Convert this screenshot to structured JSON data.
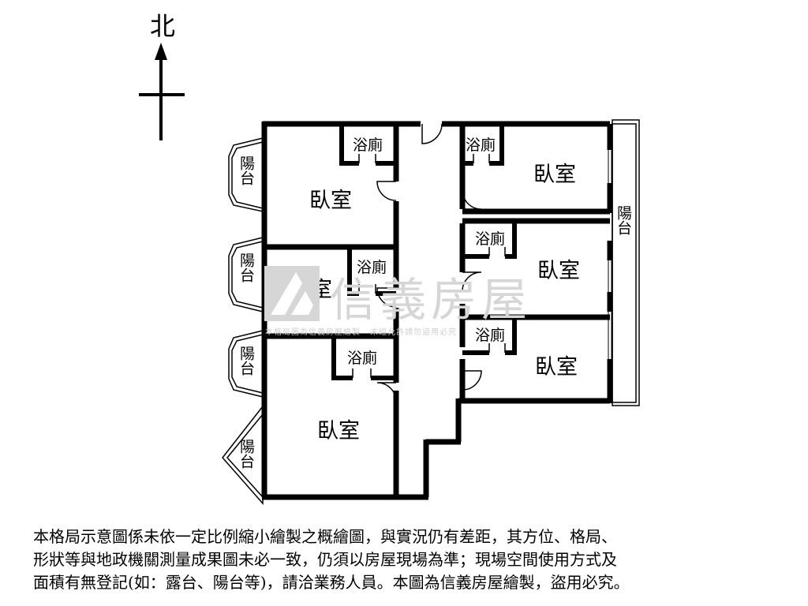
{
  "north_label": "北",
  "rooms": {
    "bedroom": "臥室",
    "bathroom": "浴廁",
    "balcony": "陽台"
  },
  "watermark": {
    "brand": "信義房屋",
    "notice_left": "本格局圖為信義房屋繪製",
    "notice_right": "未經允許請勿盜用必究"
  },
  "disclaimer": {
    "line1": "本格局示意圖係未依一定比例縮小繪製之概繪圖，與實況仍有差距，其方位、格局、",
    "line2": "形狀等與地政機關測量成果圖未必一致，仍須以房屋現場為準；現場空間使用方式及",
    "line3": "面積有無登記(如：露台、陽台等)，請洽業務人員。本圖為信義房屋繪製，盜用必究。"
  },
  "colors": {
    "wall": "#000000",
    "watermark": "#d6d6d6",
    "background": "#ffffff"
  }
}
